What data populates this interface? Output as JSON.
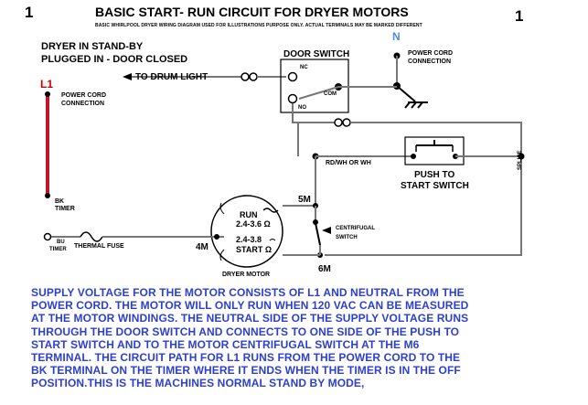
{
  "page_number": "1",
  "title": "BASIC START- RUN CIRCUIT FOR DRYER MOTORS",
  "subtitle": "BASIC WHIRLPOOL DRYER WIRING DIAGRAM USED FOR ILLUSTRATIONS PURPOSE ONLY. ACTUAL TERMINALS MAY BE MARKED DIFFERENT",
  "state_lines": [
    "DRYER IN STAND-BY",
    "PLUGGED IN - DOOR CLOSED"
  ],
  "labels": {
    "l1": "L1",
    "neutral": "N",
    "to_drum_light": "TO DRUM LIGHT",
    "power_cord_left": [
      "POWER CORD",
      "CONNECTION"
    ],
    "power_cord_right": [
      "POWER CORD",
      "CONNECTION"
    ],
    "door_switch": "DOOR SWITCH",
    "nc": "NC",
    "com": "COM",
    "no": "NO",
    "rd_wh": "RD/WH OR WH",
    "push_to_start": [
      "PUSH TO",
      "START SWITCH"
    ],
    "splice": "SPLICE",
    "bk_timer": [
      "BK",
      "TIMER"
    ],
    "bu_timer": [
      "BU",
      "TIMER"
    ],
    "thermal_fuse": "THERMAL FUSE",
    "t5m": "5M",
    "t4m": "4M",
    "t6m": "6M",
    "centrifugal": [
      "CENTRIFUGAL",
      "SWITCH"
    ],
    "run": "RUN",
    "run_ohms": "2.4-3.6 Ω",
    "start_ohms": "2.4-3.8",
    "start": "START Ω",
    "dryer_motor": "DRYER MOTOR"
  },
  "description": [
    "SUPPLY VOLTAGE FOR THE MOTOR CONSISTS OF L1 AND NEUTRAL FROM THE",
    "POWER CORD. THE MOTOR WILL ONLY RUN WHEN 120 VAC CAN BE MEASURED",
    "AT THE MOTOR WINDINGS. THE NEUTRAL SIDE OF THE SUPPLY VOLTAGE RUNS",
    "THROUGH THE DOOR SWITCH AND CONNECTS TO ONE SIDE OF THE PUSH TO",
    "START SWITCH AND TO THE MOTOR CENTRIFUGAL SWITCH AT THE M6",
    "TERMINAL.  THE CIRCUIT PATH FOR L1 RUNS FROM THE POWER CORD TO THE",
    "BK TERMINAL ON THE TIMER WHERE IT ENDS WHEN THE TIMER IS IN THE OFF",
    "POSITION.THIS IS THE MACHINES NORMAL STAND BY MODE,"
  ],
  "colors": {
    "l1_wire": "#c0182a",
    "neutral_label": "#4a8fd6",
    "description_text": "#2d3fd0",
    "wire": "#7a7a7a"
  }
}
